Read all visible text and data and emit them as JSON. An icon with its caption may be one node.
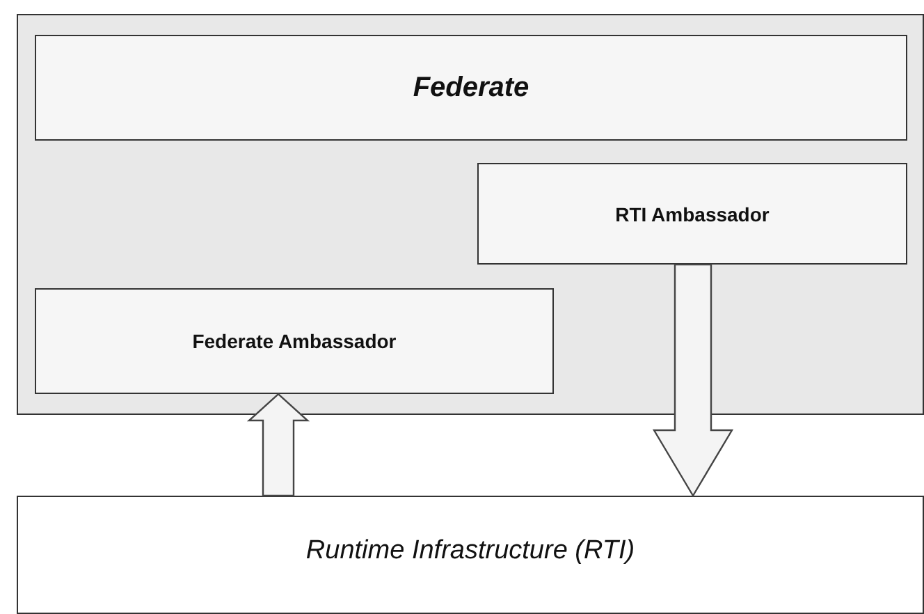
{
  "diagram": {
    "nodes": [
      {
        "text": [],
        "shape": "box"
      },
      {
        "text": [
          "Federate"
        ],
        "in": 0
      },
      {
        "text": [
          "RTI Ambassador"
        ],
        "in": 0
      },
      {
        "text": [
          "Federate Ambassador"
        ],
        "in": 0
      },
      {
        "text": [
          "Runtime Infrastructure (RTI)"
        ]
      }
    ],
    "edges": [
      {
        "from": 2,
        "to": 4,
        "arrow": "to",
        "style": "thick"
      },
      {
        "from": 4,
        "to": 3,
        "arrow": "to",
        "style": "thick"
      }
    ]
  }
}
